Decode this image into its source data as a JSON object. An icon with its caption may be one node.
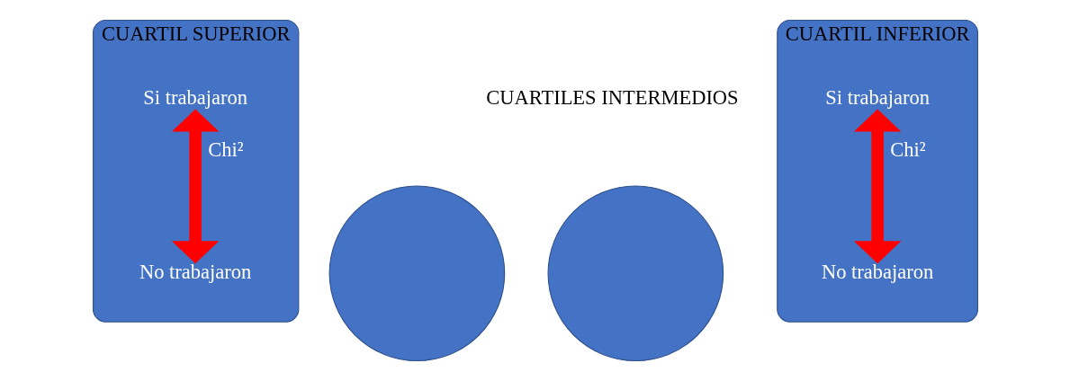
{
  "diagram": {
    "nodes": [
      {
        "text": [
          "CUARTIL SUPERIOR"
        ]
      },
      {
        "text": [
          "Si trabajaron"
        ],
        "in": 0
      },
      {
        "text": [
          "No trabajaron"
        ],
        "in": 0
      },
      {
        "text": [],
        "shape": "circle"
      },
      {
        "text": [],
        "shape": "circle"
      },
      {
        "text": [
          "CUARTIL INFERIOR"
        ]
      },
      {
        "text": [
          "Si trabajaron"
        ],
        "in": 5
      },
      {
        "text": [
          "No trabajaron"
        ],
        "in": 5
      }
    ],
    "edges": [
      {
        "from": 1,
        "to": 2,
        "arrow": "both",
        "label": "Chi²"
      },
      {
        "from": 6,
        "to": 7,
        "arrow": "both",
        "label": "Chi²"
      }
    ],
    "labels": [
      "CUARTILES INTERMEDIOS"
    ]
  }
}
